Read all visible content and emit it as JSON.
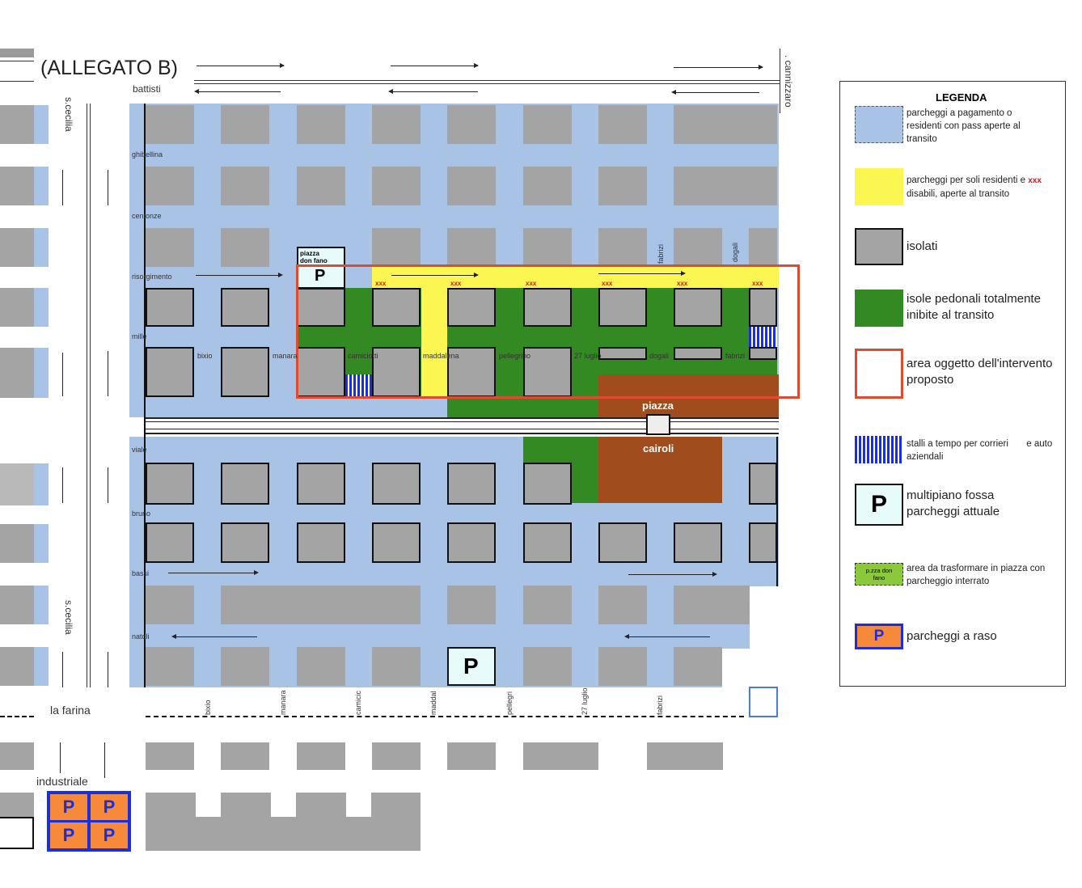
{
  "title": "(ALLEGATO B)",
  "streets": {
    "battisti": "battisti",
    "cannizzaro": ". cannizzaro",
    "s_cecilia": "s.cecilia",
    "ghibellina": "ghibellina",
    "centonze": "centonze",
    "risorgimento": "risorgimento",
    "mille": "mille",
    "viale": "viale",
    "bruno": "bruno",
    "bassi": "bassi",
    "natoli": "natoli",
    "la_farina": "la farina",
    "industriale": "industriale",
    "bixio": "bixio",
    "manara": "manara",
    "camiciotti": "camiciotti",
    "maddalena": "maddalena",
    "pellegrino": "pellegrino",
    "ventisette_luglio": "27 luglio",
    "dogali": "dogali",
    "fabrizi": "fabrizi",
    "bottom_bixio": "bixio",
    "bottom_manara": "manara",
    "bottom_camicic": "camicic",
    "bottom_maddal": "maddal",
    "bottom_pellegri": "pellegri",
    "bottom_27luglio": "27 luglio",
    "bottom_fabrizi": "fabrizi"
  },
  "piazza_don_fano": "piazza don fano",
  "piazza": "piazza",
  "cairoli": "cairoli",
  "parking_letter": "P",
  "xxx": "xxx",
  "legend": {
    "title": "LEGENDA",
    "items": [
      {
        "text": "parcheggi a pagamento o residenti con pass aperte al transito",
        "color": "#a9c3e6"
      },
      {
        "text": "parcheggi per soli residenti e",
        "extra": "xxx",
        "text2": "disabili, aperte al transito",
        "color": "#fbf652"
      },
      {
        "text": "isolati",
        "color": "#a4a4a4"
      },
      {
        "text": "isole pedonali totalmente inibite al transito",
        "color": "#348a22"
      },
      {
        "text": "area oggetto dell'intervento proposto",
        "color": "#e04a2f"
      },
      {
        "text": "stalli a tempo per corrieri       e auto aziendali",
        "color": "#1b2fd8"
      },
      {
        "text": "multipiano fossa parcheggi attuale",
        "color": "#e0ffff"
      },
      {
        "text": "area da trasformare in piazza con parcheggio interrato",
        "swatch_text": "p.zza don fano",
        "color": "#8bc83a"
      },
      {
        "text": "parcheggi a raso",
        "color": "#f6893a"
      }
    ]
  }
}
